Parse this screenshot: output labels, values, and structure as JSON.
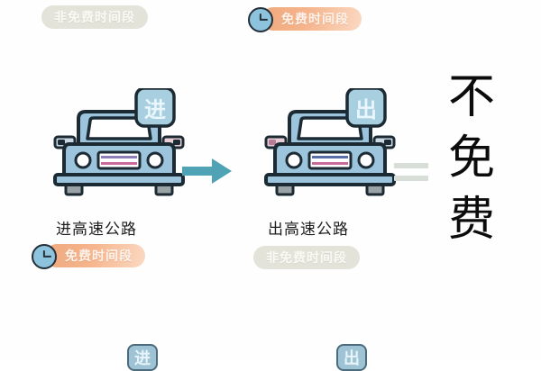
{
  "infographic": {
    "title_vertical": [
      "不",
      "免",
      "费"
    ],
    "top_badges": [
      {
        "id": "top-left",
        "label": "非免费时间段",
        "type": "nonfree",
        "has_clock": false
      },
      {
        "id": "top-right",
        "label": "免费时间段",
        "type": "free",
        "has_clock": true
      }
    ],
    "scenarios": [
      {
        "id": "enter",
        "sign_text": "进",
        "caption": "进高速公路",
        "badge": {
          "label": "免费时间段",
          "type": "free",
          "has_clock": true
        }
      },
      {
        "id": "exit",
        "sign_text": "出",
        "caption": "出高速公路",
        "badge": {
          "label": "非免费时间段",
          "type": "nonfree",
          "has_clock": false
        }
      }
    ],
    "operators": {
      "arrow": "arrow-right-icon",
      "equals": "equals-icon"
    },
    "bottom_signs": [
      {
        "id": "bottom-left",
        "text": "进"
      },
      {
        "id": "bottom-right",
        "text": "出"
      }
    ],
    "colors": {
      "free_badge": "#f2ab80",
      "nonfree_badge": "#e3e3da",
      "car_body": "#9cc5dd",
      "car_outline": "#1c2a33",
      "sign_fill": "#a8cfe0",
      "arrow": "#4fa3b5",
      "equals": "#d7ded8",
      "clock_face": "#8dc3dc",
      "grille_stripe": "#c96a9a"
    }
  }
}
